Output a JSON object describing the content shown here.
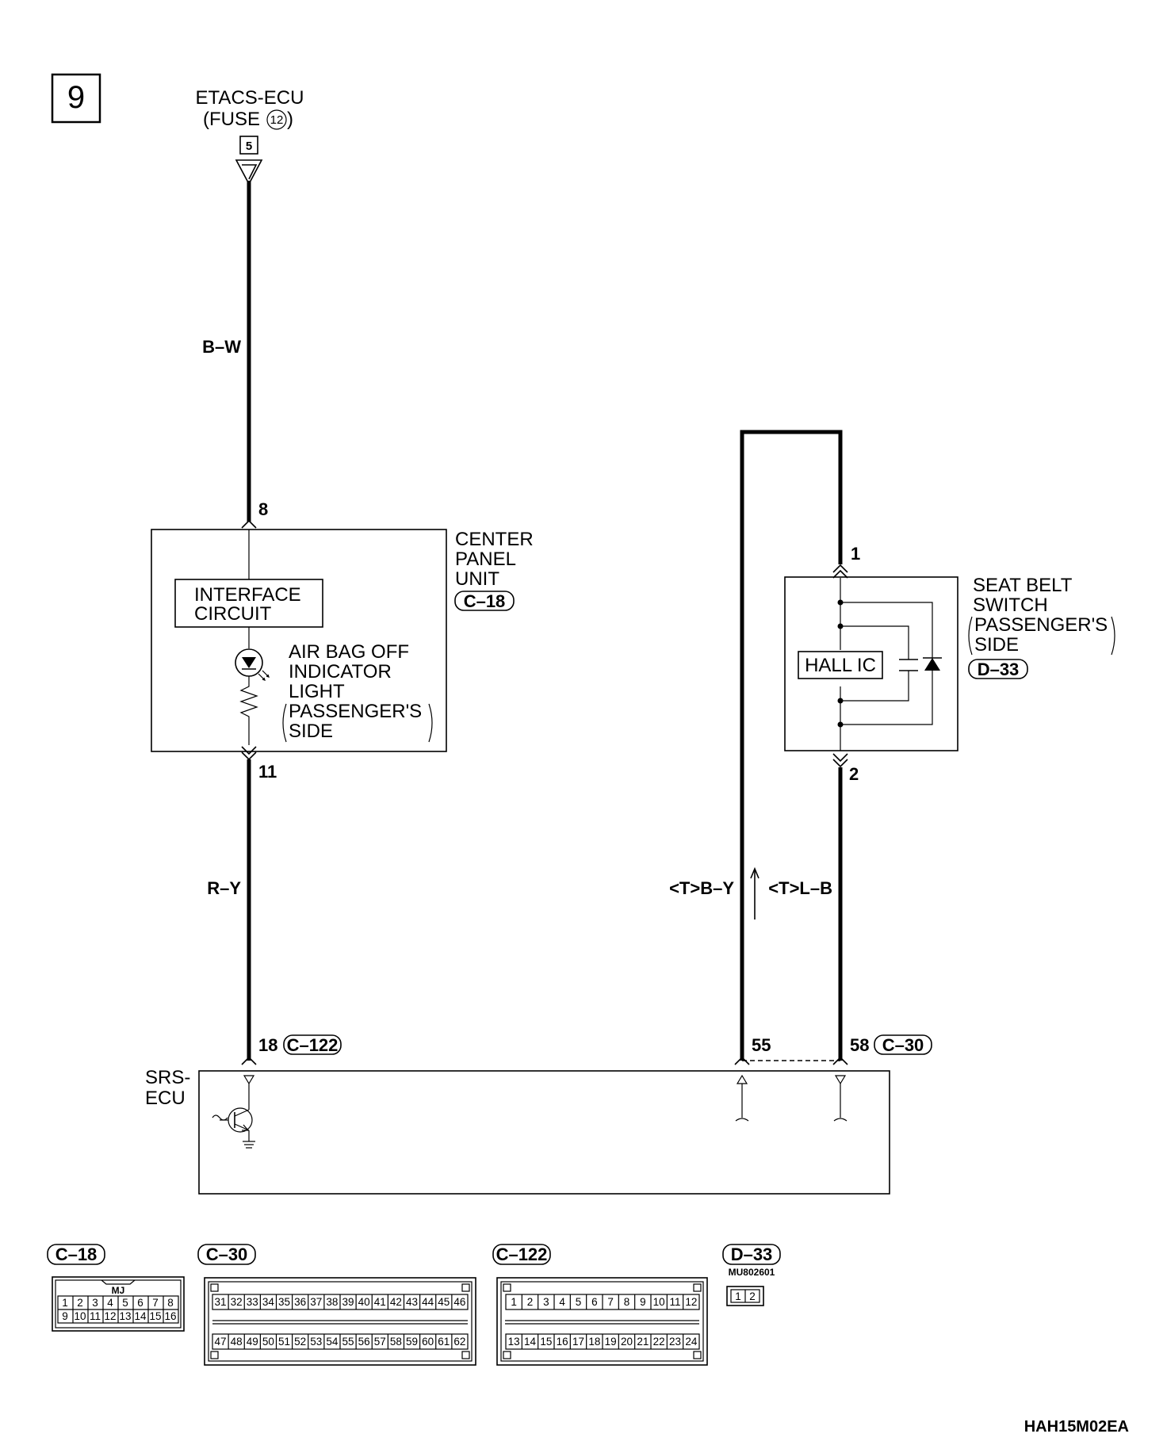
{
  "diagram": {
    "page_number": "9",
    "drawing_id": "HAH15M02EA",
    "source": {
      "line1": "ETACS-ECU",
      "line2_prefix": "(FUSE",
      "fuse_number": "12",
      "line2_suffix": ")",
      "terminal": "5"
    },
    "wires": {
      "b_w": "B–W",
      "r_y": "R–Y",
      "t_b_y": "<T>B–Y",
      "t_l_b": "<T>L–B"
    },
    "center_panel": {
      "title": [
        "CENTER",
        "PANEL",
        "UNIT"
      ],
      "connector": "C–18",
      "interface": [
        "INTERFACE",
        "CIRCUIT"
      ],
      "indicator": [
        "AIR BAG OFF",
        "INDICATOR",
        "LIGHT",
        "PASSENGER'S",
        "SIDE"
      ],
      "pin_top": "8",
      "pin_bottom": "11"
    },
    "seat_belt_switch": {
      "title": [
        "SEAT BELT",
        "SWITCH",
        "PASSENGER'S",
        "SIDE"
      ],
      "connector": "D–33",
      "hall_ic": "HALL IC",
      "pin_top": "1",
      "pin_bottom": "2"
    },
    "srs_ecu": {
      "title": [
        "SRS-",
        "ECU"
      ],
      "pin_left": "18",
      "connector_left": "C–122",
      "pin_mid": "55",
      "pin_right": "58",
      "connector_right": "C–30"
    },
    "connector_views": [
      {
        "label": "C–18",
        "top_tag": "MJ",
        "rows": [
          [
            "1",
            "2",
            "3",
            "4",
            "5",
            "6",
            "7",
            "8"
          ],
          [
            "9",
            "10",
            "11",
            "12",
            "13",
            "14",
            "15",
            "16"
          ]
        ]
      },
      {
        "label": "C–30",
        "rows": [
          [
            "31",
            "32",
            "33",
            "34",
            "35",
            "36",
            "37",
            "38",
            "39",
            "40",
            "41",
            "42",
            "43",
            "44",
            "45",
            "46"
          ],
          [
            "47",
            "48",
            "49",
            "50",
            "51",
            "52",
            "53",
            "54",
            "55",
            "56",
            "57",
            "58",
            "59",
            "60",
            "61",
            "62"
          ]
        ]
      },
      {
        "label": "C–122",
        "rows": [
          [
            "1",
            "2",
            "3",
            "4",
            "5",
            "6",
            "7",
            "8",
            "9",
            "10",
            "11",
            "12"
          ],
          [
            "13",
            "14",
            "15",
            "16",
            "17",
            "18",
            "19",
            "20",
            "21",
            "22",
            "23",
            "24"
          ]
        ]
      },
      {
        "label": "D–33",
        "part_no": "MU802601",
        "pins": [
          "1",
          "2"
        ]
      }
    ]
  }
}
